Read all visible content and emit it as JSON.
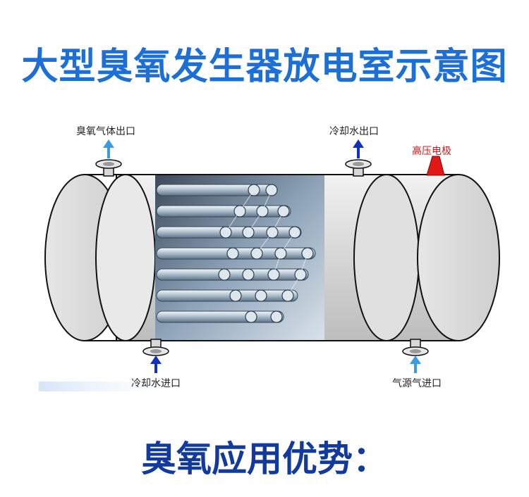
{
  "title": "大型臭氧发生器放电室示意图",
  "subtitle": "臭氧应用优势：",
  "labels": {
    "ozone_outlet": "臭氧气体出口",
    "cooling_water_outlet": "冷却水出口",
    "hv_electrode": "高压电极",
    "cooling_water_inlet": "冷却水进口",
    "gas_source_inlet": "气源气进口"
  },
  "colors": {
    "title": "#1b6fd6",
    "subtitle": "#123a9c",
    "outlet_arrow": "#3a9be0",
    "inlet_arrow": "#1030c0",
    "hv_electrode": "#d11a1a"
  }
}
